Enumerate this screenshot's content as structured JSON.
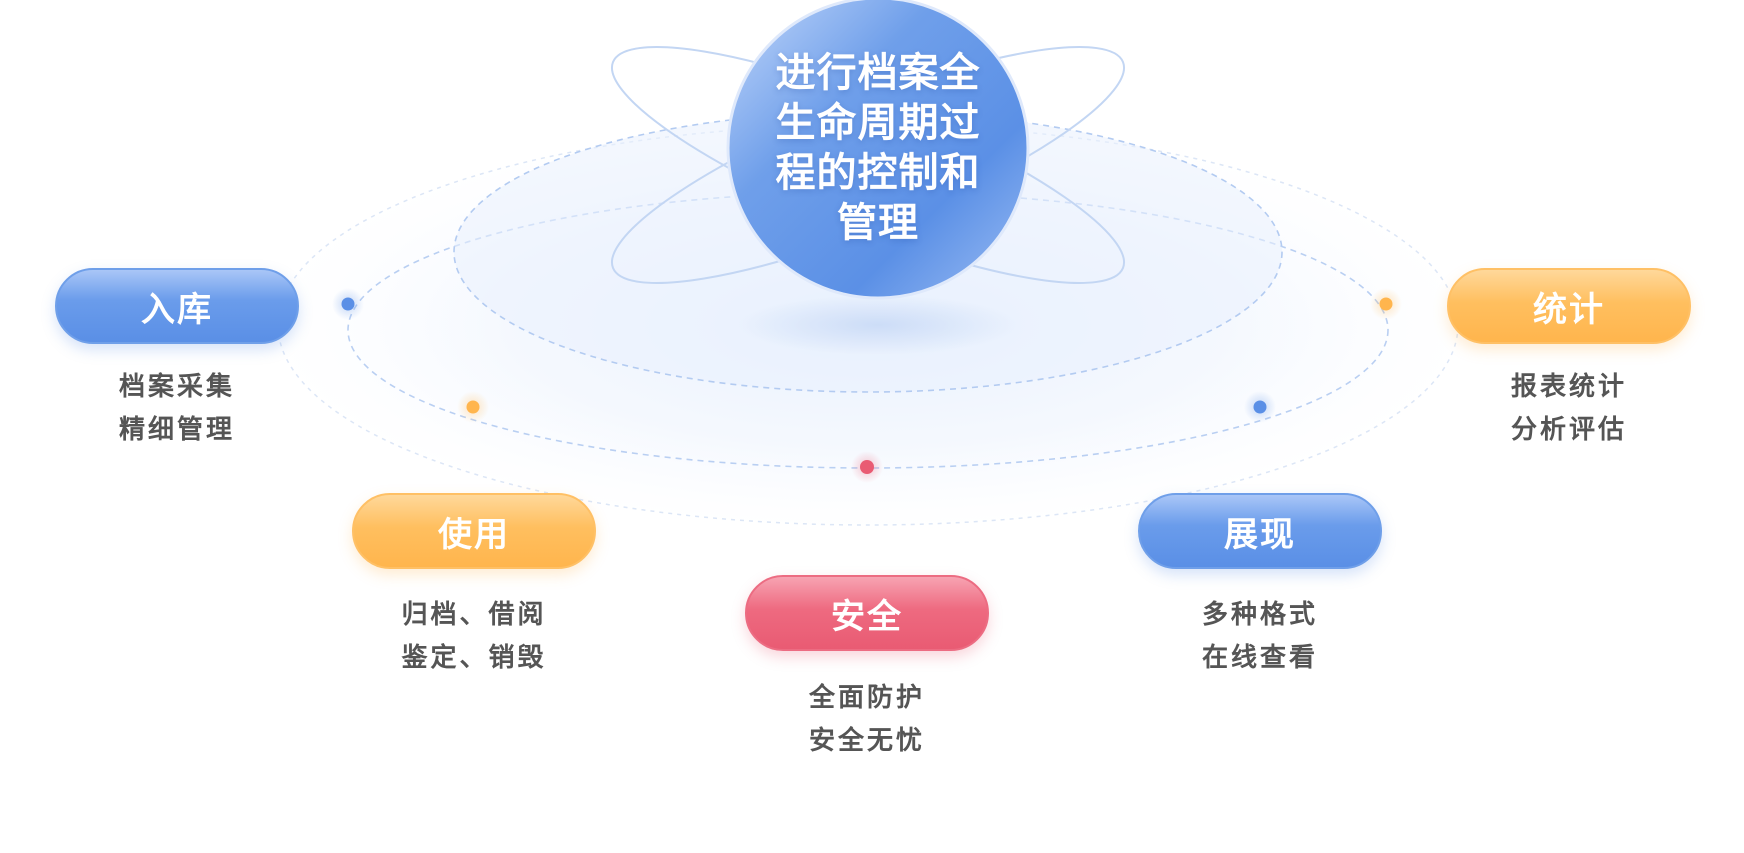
{
  "center": {
    "lines": [
      "进行档案全",
      "生命周期过",
      "程的控制和",
      "管理"
    ]
  },
  "nodes": [
    {
      "title": "入库",
      "lines": [
        "档案采集",
        "精细管理"
      ],
      "color": "#5a8fe6"
    },
    {
      "title": "使用",
      "lines": [
        "归档、借阅",
        "鉴定、销毁"
      ],
      "color": "#ffb54d"
    },
    {
      "title": "安全",
      "lines": [
        "全面防护",
        "安全无忧"
      ],
      "color": "#e95b73"
    },
    {
      "title": "展现",
      "lines": [
        "多种格式",
        "在线查看"
      ],
      "color": "#5a8fe6"
    },
    {
      "title": "统计",
      "lines": [
        "报表统计",
        "分析评估"
      ],
      "color": "#ffb54d"
    }
  ],
  "colors": {
    "blue": "#5a8fe6",
    "orange": "#ffb54d",
    "red": "#e95b73",
    "text": "#555555"
  }
}
